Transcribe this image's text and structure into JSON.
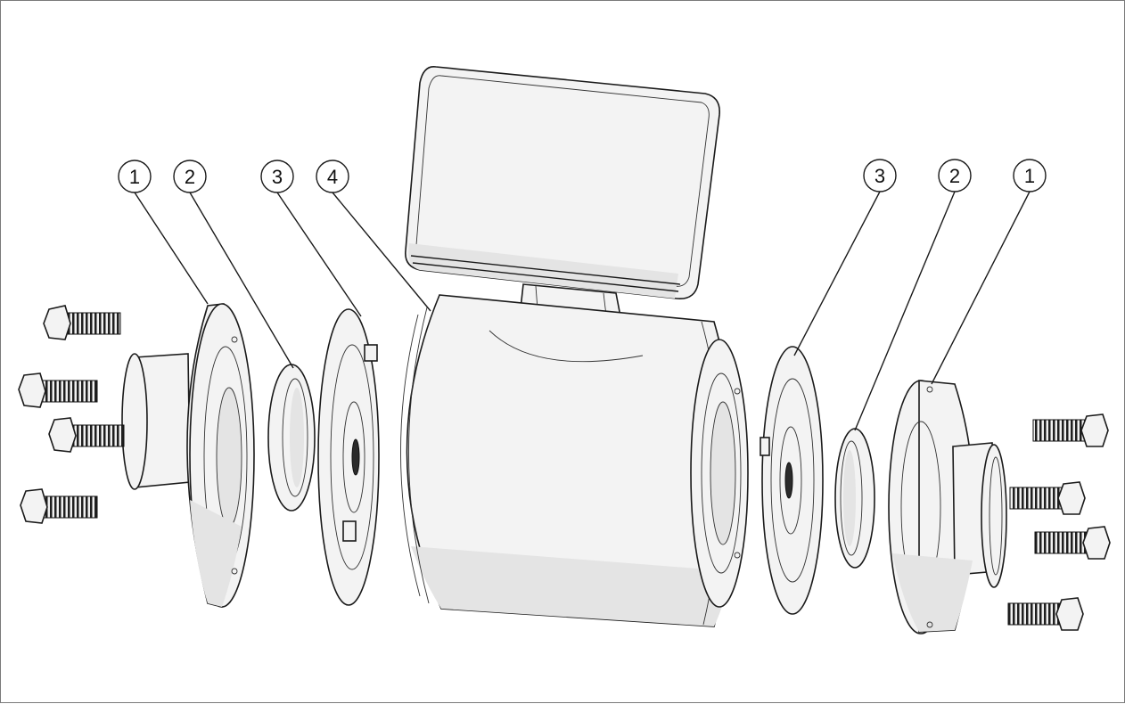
{
  "diagram": {
    "callouts_left": [
      "1",
      "2",
      "3",
      "4"
    ],
    "callouts_right": [
      "3",
      "2",
      "1"
    ]
  },
  "colors": {
    "line": "#1a1a1a",
    "part_fill": "#f3f3f3",
    "shadow": "#e4e4e4",
    "frame": "#7a7a7a"
  }
}
